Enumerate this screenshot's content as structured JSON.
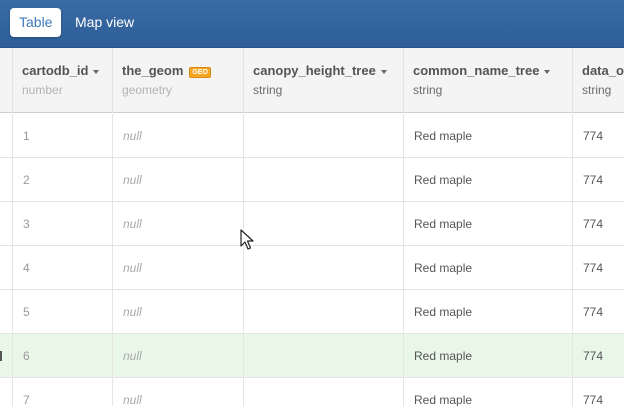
{
  "tabs": [
    {
      "label": "Table",
      "active": true
    },
    {
      "label": "Map view",
      "active": false
    }
  ],
  "columns": [
    {
      "name": "cartodb_id",
      "type": "number",
      "geo": false
    },
    {
      "name": "the_geom",
      "type": "geometry",
      "geo": true,
      "geo_badge": "GEO"
    },
    {
      "name": "canopy_height_tree",
      "type": "string",
      "geo": false
    },
    {
      "name": "common_name_tree",
      "type": "string",
      "geo": false
    },
    {
      "name": "data_o",
      "type": "string",
      "geo": false
    }
  ],
  "rows": [
    {
      "id": "1",
      "geom": "null",
      "canopy": "",
      "name": "Red maple",
      "data": "774"
    },
    {
      "id": "2",
      "geom": "null",
      "canopy": "",
      "name": "Red maple",
      "data": "774"
    },
    {
      "id": "3",
      "geom": "null",
      "canopy": "",
      "name": "Red maple",
      "data": "774"
    },
    {
      "id": "4",
      "geom": "null",
      "canopy": "",
      "name": "Red maple",
      "data": "774"
    },
    {
      "id": "5",
      "geom": "null",
      "canopy": "",
      "name": "Red maple",
      "data": "774"
    },
    {
      "id": "6",
      "geom": "null",
      "canopy": "",
      "name": "Red maple",
      "data": "774",
      "highlighted": true
    },
    {
      "id": "7",
      "geom": "null",
      "canopy": "",
      "name": "Red maple",
      "data": "774"
    }
  ],
  "colors": {
    "topbar": "#2f5f98",
    "highlight_row": "#e8f7e8",
    "geo_badge": "#f5a623"
  }
}
